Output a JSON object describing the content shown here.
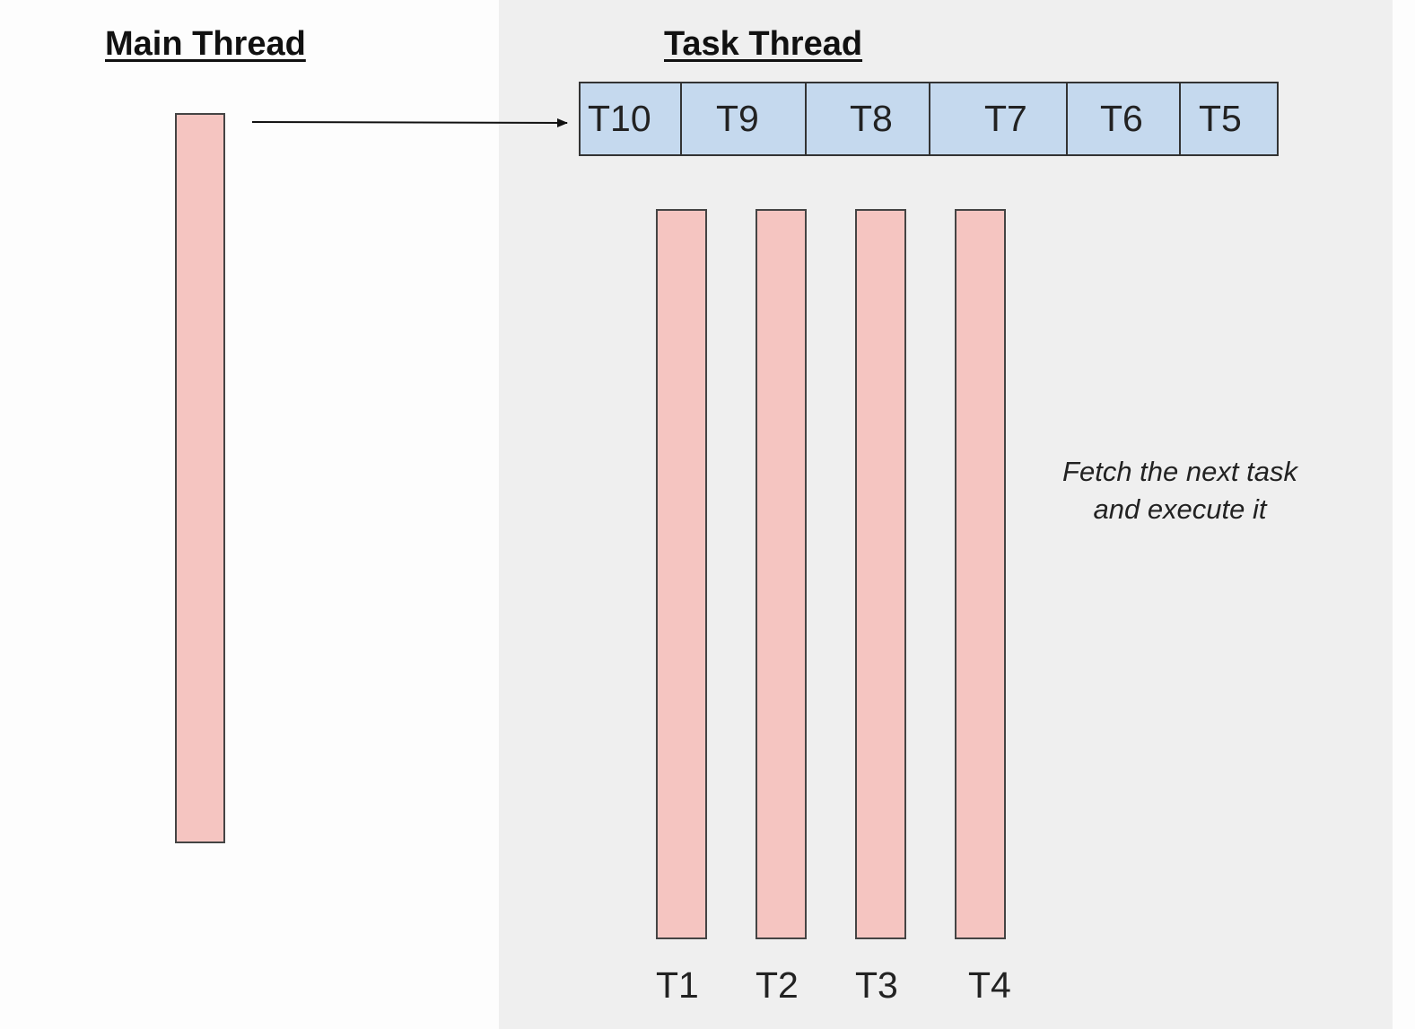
{
  "main_thread": {
    "heading": "Main Thread"
  },
  "task_thread": {
    "heading": "Task Thread",
    "queue": [
      "T10",
      "T9",
      "T8",
      "T7",
      "T6",
      "T5"
    ],
    "workers": [
      "T1",
      "T2",
      "T3",
      "T4"
    ],
    "note_lines": [
      "Fetch the next task",
      "and execute it"
    ]
  },
  "colors": {
    "bar_fill": "#f5c5c1",
    "queue_fill": "#c5d9ee",
    "right_panel": "#efefef",
    "outline": "#333333"
  }
}
